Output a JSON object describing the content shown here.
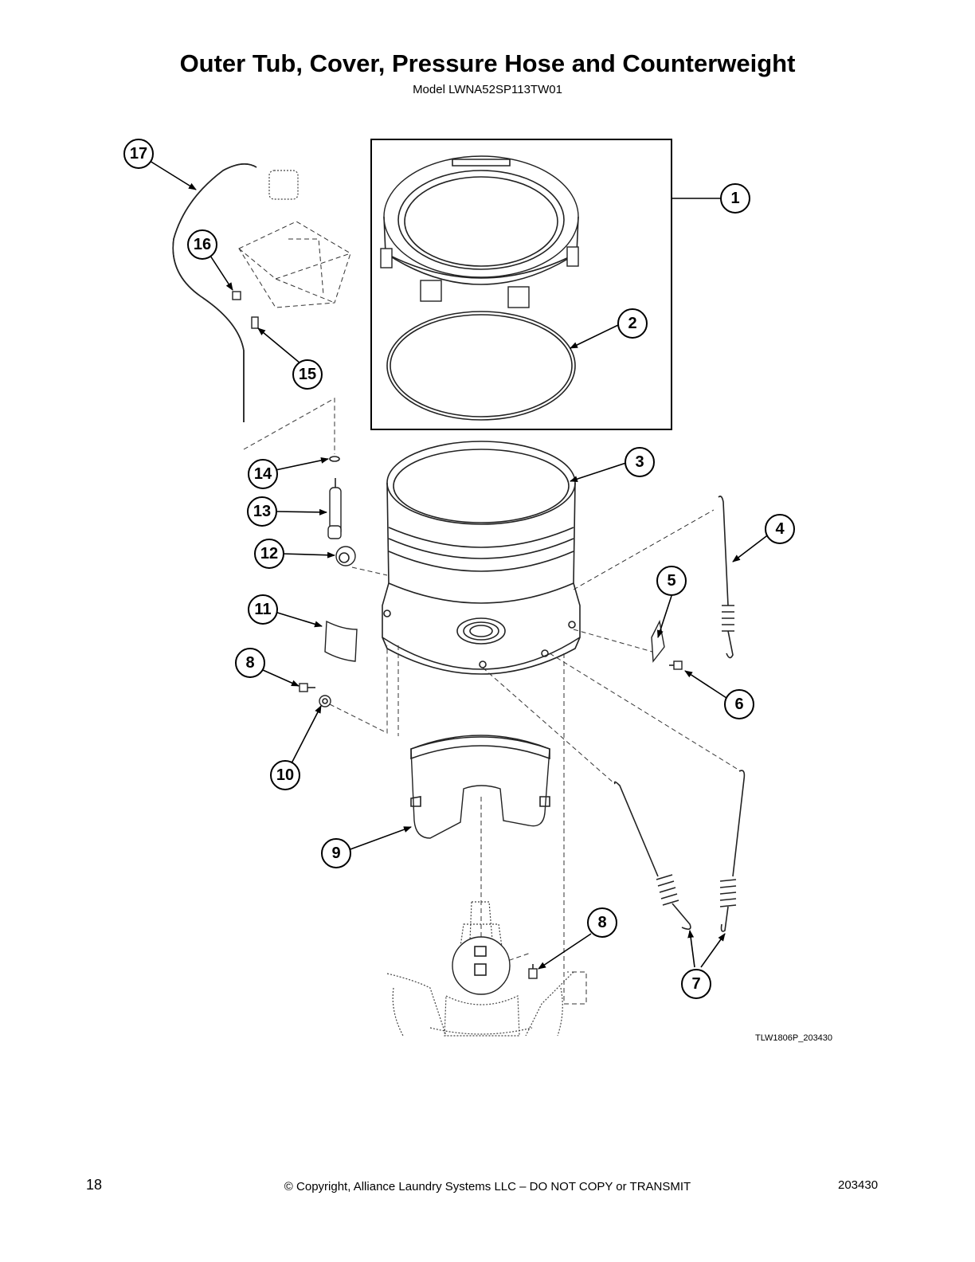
{
  "header": {
    "title": "Outer Tub, Cover, Pressure Hose and Counterweight",
    "model": "Model LWNA52SP113TW01"
  },
  "diagram": {
    "callouts": [
      "1",
      "2",
      "3",
      "4",
      "5",
      "6",
      "7",
      "8",
      "9",
      "10",
      "11",
      "12",
      "13",
      "14",
      "15",
      "16",
      "17",
      "8"
    ],
    "drawing_code": "TLW1806P_203430"
  },
  "footer": {
    "page_number": "18",
    "copyright": "© Copyright, Alliance Laundry Systems LLC – DO NOT COPY or TRANSMIT",
    "doc_number": "203430"
  }
}
